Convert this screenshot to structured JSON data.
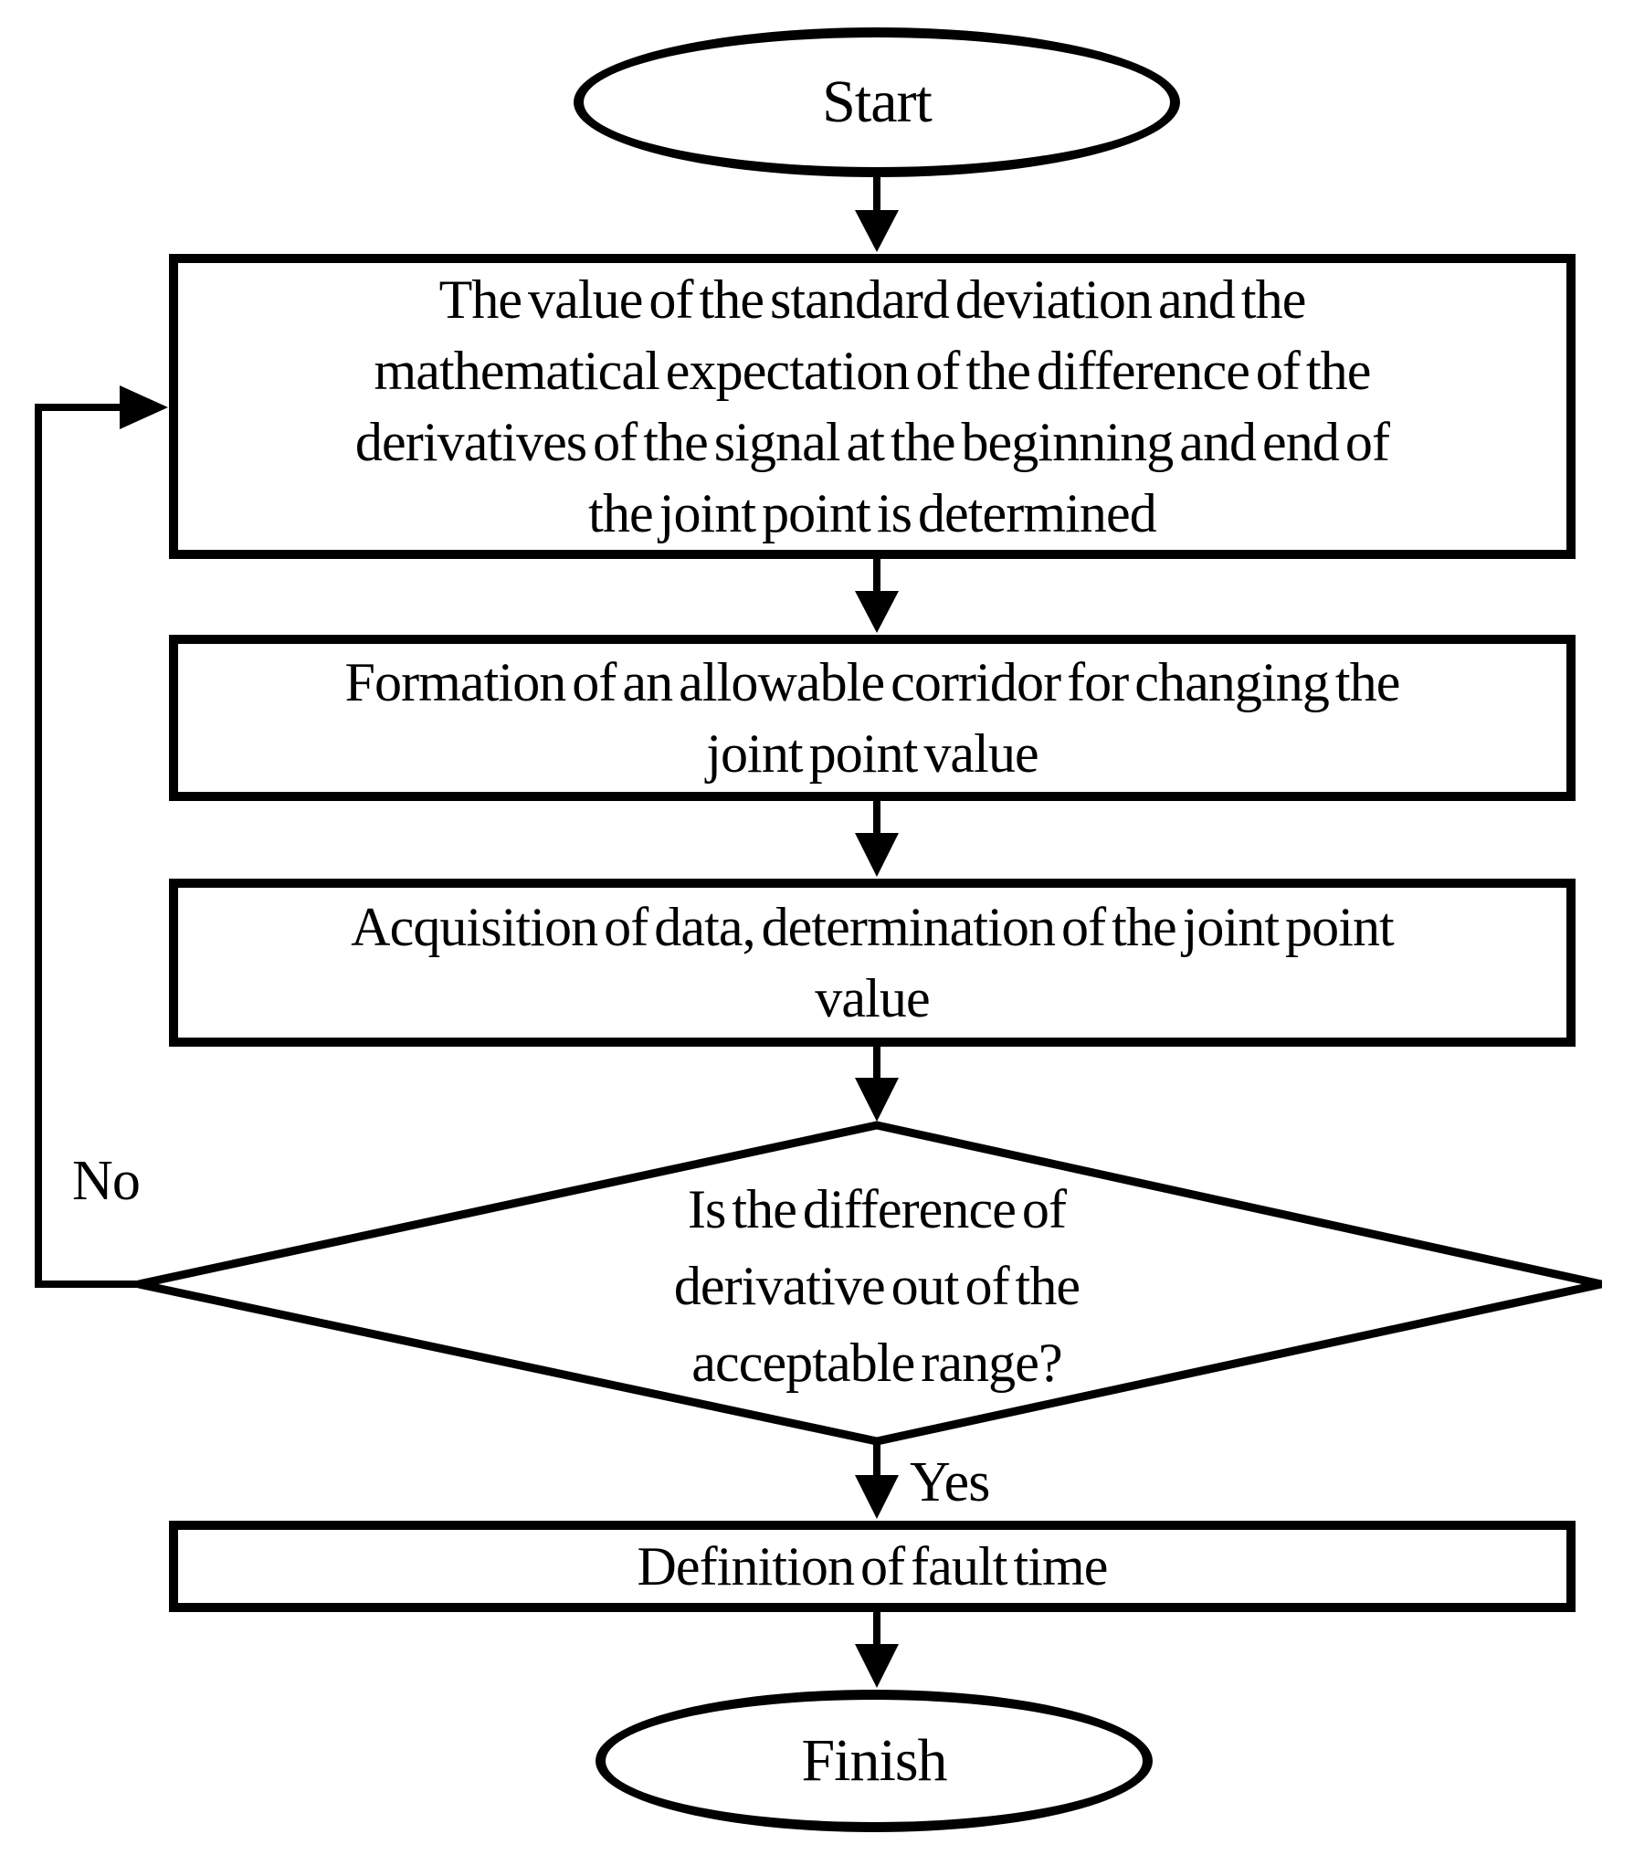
{
  "page": {
    "background_color": "#ffffff",
    "stroke_color": "#000000"
  },
  "flowchart": {
    "start_label": "Start",
    "finish_label": "Finish",
    "process_steps": [
      {
        "lines": [
          "The value of the standard deviation and the",
          "mathematical expectation of the difference of the",
          "derivatives of the signal at the beginning and end of",
          "the joint point is determined"
        ]
      },
      {
        "lines": [
          "Formation of an allowable corridor for changing the",
          "joint point value"
        ]
      },
      {
        "lines": [
          "Acquisition of data, determination of the joint point",
          "value"
        ]
      }
    ],
    "decision": {
      "lines": [
        "Is the difference of",
        "derivative out of the",
        "acceptable range?"
      ],
      "yes_label": "Yes",
      "no_label": "No"
    },
    "result_step": {
      "label": "Definition of fault time"
    }
  }
}
